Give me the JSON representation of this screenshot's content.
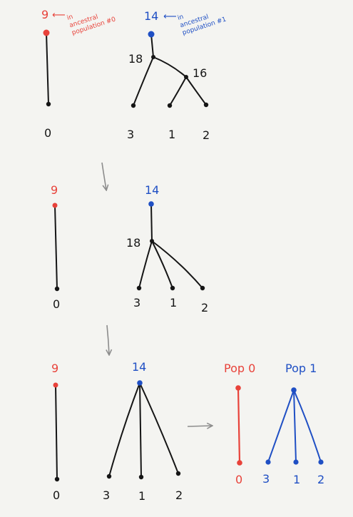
{
  "colors": {
    "red": "#e8423a",
    "blue": "#1f4fc4",
    "black": "#151515",
    "gray": "#8c8c8c"
  },
  "panel1": {
    "red_root": "9",
    "blue_root": "14",
    "note_red": [
      "in",
      "ancestral",
      "population #0"
    ],
    "note_blue": [
      "in",
      "ancestral",
      "population #1"
    ],
    "node_18": "18",
    "node_16": "16",
    "leaves": [
      "0",
      "3",
      "1",
      "2"
    ]
  },
  "panel2": {
    "red_root": "9",
    "blue_root": "14",
    "node_18": "18",
    "leaves": [
      "0",
      "3",
      "1",
      "2"
    ]
  },
  "panel3": {
    "red_root": "9",
    "blue_root": "14",
    "leaves": [
      "0",
      "3",
      "1",
      "2"
    ]
  },
  "panel4": {
    "pop0_label": "Pop 0",
    "pop1_label": "Pop 1",
    "leaves": [
      "0",
      "3",
      "1",
      "2"
    ]
  }
}
